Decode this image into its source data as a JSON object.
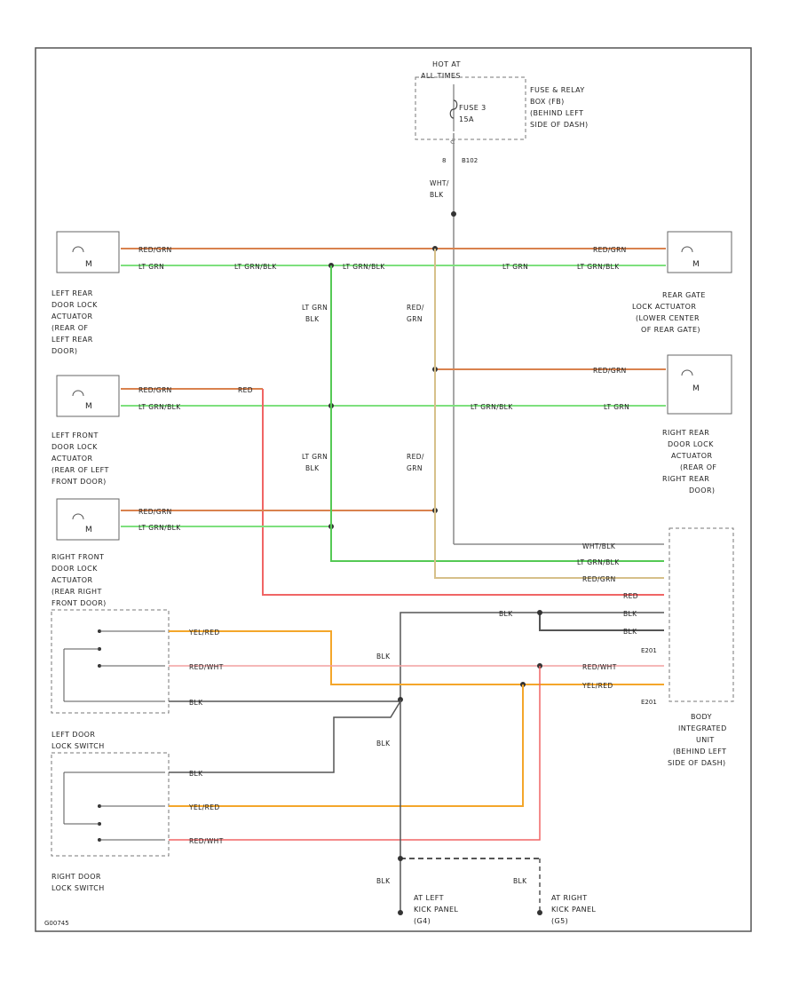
{
  "power": {
    "hot_at_line1": "HOT AT",
    "hot_at_line2": "ALL TIMES",
    "fuse_line1": "FUSE 3",
    "fuse_line2": "15A",
    "fuse_box": [
      "FUSE & RELAY",
      "BOX (FB)",
      "(BEHIND LEFT",
      "SIDE OF DASH)"
    ],
    "pin_num": "8",
    "conn_id": "B102"
  },
  "wire_labels": {
    "wht_blk_1": "WHT/",
    "wht_blk_2": "BLK",
    "red_grn": "RED/GRN",
    "lt_grn": "LT GRN",
    "lt_grn_blk": "LT GRN/BLK",
    "ltgrn_v1": "LT GRN",
    "ltgrn_v2": "BLK",
    "redgrn_v1": "RED/",
    "redgrn_v2": "GRN",
    "red": "RED",
    "yel_red": "YEL/RED",
    "red_wht": "RED/WHT",
    "blk": "BLK",
    "wht_blk": "WHT/BLK"
  },
  "components": {
    "left_rear_actuator": [
      "LEFT REAR",
      "DOOR LOCK",
      "ACTUATOR",
      "(REAR OF",
      "LEFT REAR",
      "DOOR)"
    ],
    "left_front_actuator": [
      "LEFT FRONT",
      "DOOR LOCK",
      "ACTUATOR",
      "(REAR OF LEFT",
      "FRONT DOOR)"
    ],
    "right_front_actuator": [
      "RIGHT FRONT",
      "DOOR LOCK",
      "ACTUATOR",
      "(REAR RIGHT",
      "FRONT DOOR)"
    ],
    "rear_gate_actuator": [
      "REAR GATE",
      "LOCK ACTUATOR",
      "(LOWER CENTER",
      "OF REAR GATE)"
    ],
    "right_rear_actuator": [
      "RIGHT REAR",
      "DOOR LOCK",
      "ACTUATOR",
      "(REAR OF",
      "RIGHT REAR",
      "DOOR)"
    ],
    "left_door_switch": [
      "LEFT DOOR",
      "LOCK SWITCH"
    ],
    "right_door_switch": [
      "RIGHT DOOR",
      "LOCK SWITCH"
    ],
    "body_unit": [
      "BODY",
      "INTEGRATED",
      "UNIT",
      "(BEHIND LEFT",
      "SIDE OF DASH)"
    ],
    "ground_left": [
      "AT LEFT",
      "KICK PANEL",
      "(G4)"
    ],
    "ground_right": [
      "AT RIGHT",
      "KICK PANEL",
      "(G5)"
    ],
    "motor_symbol": "M",
    "conn_e201": "E201",
    "conn_e201b": "E201"
  },
  "footer": {
    "code": "G00745"
  },
  "colors": {
    "red_grn": "#d9824e",
    "lt_grn": "#7ee07e",
    "lt_grn_blk": "#55c955",
    "red_grn_v": "#d6c08a",
    "red": "#f06565",
    "yel_red": "#f4a62a",
    "red_wht": "#f2a0a0",
    "blk": "#555555",
    "wht_blk": "#8a8a8a"
  }
}
